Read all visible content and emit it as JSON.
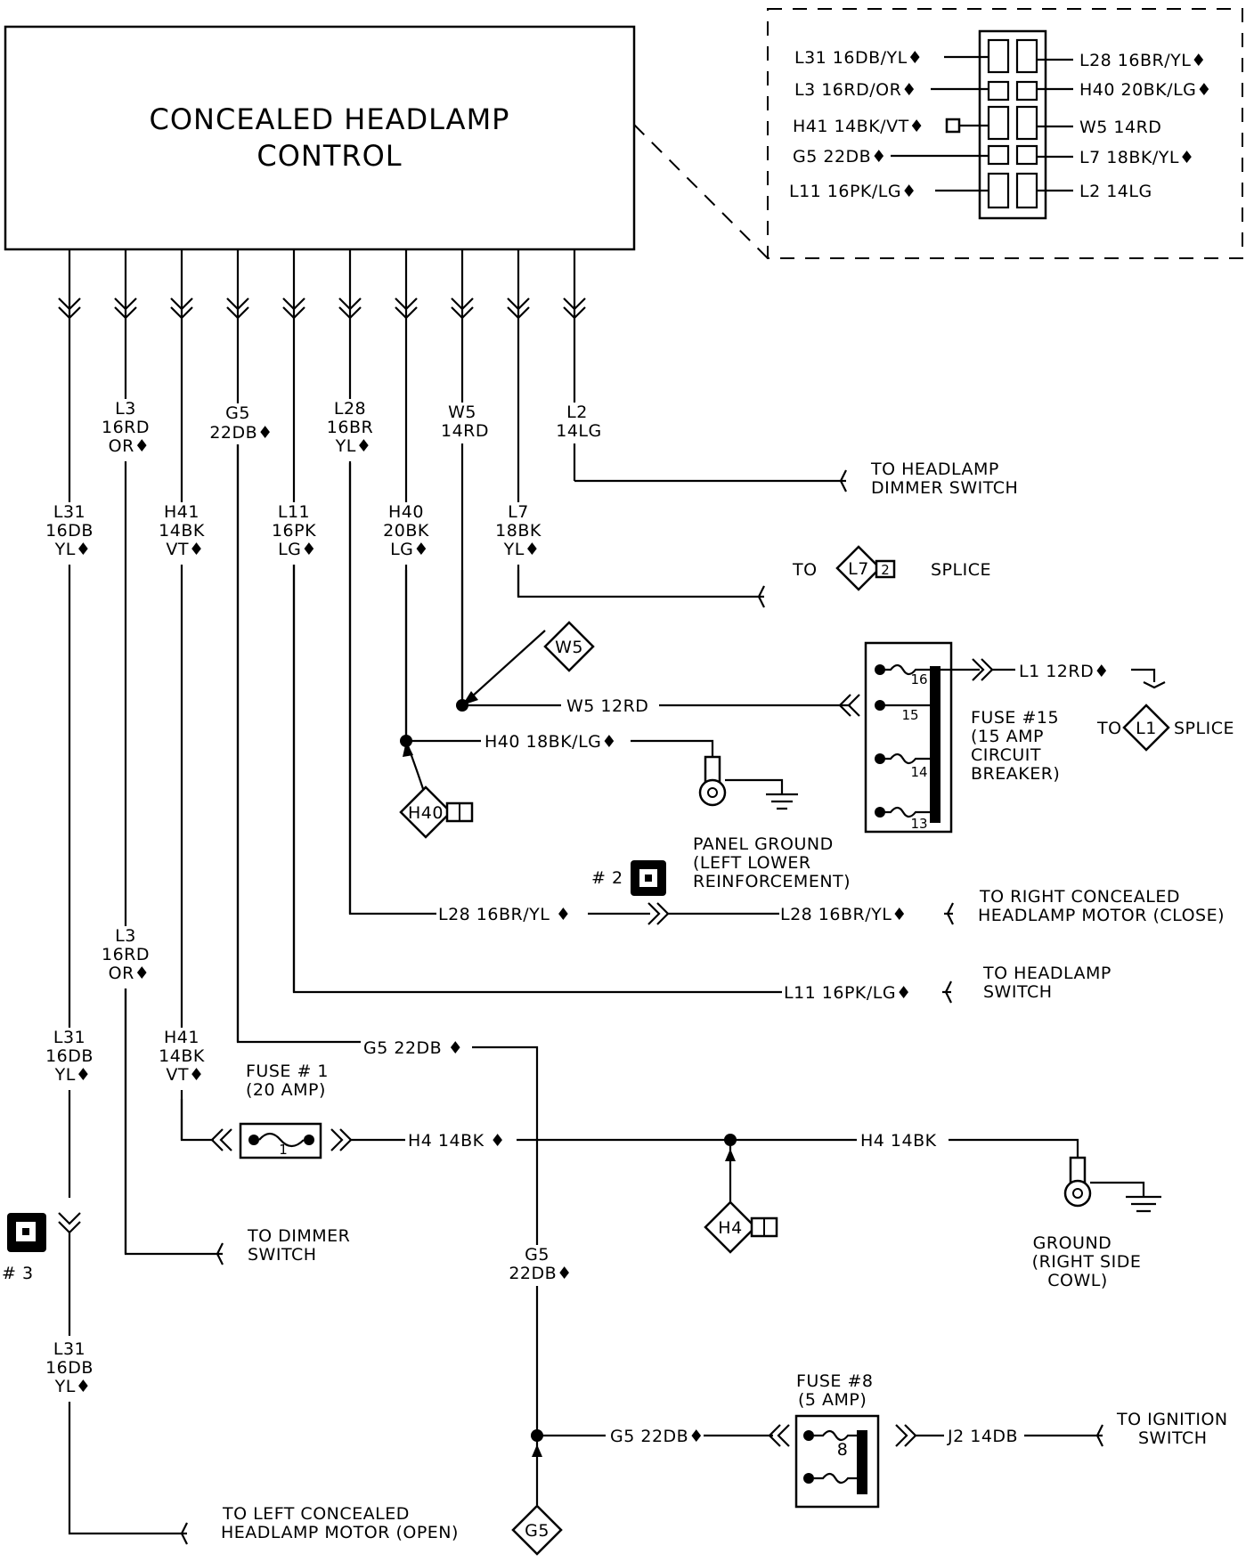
{
  "module": {
    "title_line1": "CONCEALED HEADLAMP",
    "title_line2": "CONTROL"
  },
  "connector": {
    "left": [
      "L31 16DB/YL♦",
      "L3 16RD/OR♦",
      "H41 14BK/VT♦",
      "G5 22DB♦",
      "L11 16PK/LG♦"
    ],
    "right": [
      "L28 16BR/YL♦",
      "H40 20BK/LG♦",
      "W5 14RD",
      "L7 18BK/YL♦",
      "L2 14LG"
    ]
  },
  "wires": {
    "l3": [
      "L3",
      "16RD",
      "OR♦"
    ],
    "g5": [
      "G5",
      "22DB♦"
    ],
    "l28": [
      "L28",
      "16BR",
      "YL♦"
    ],
    "w5": [
      "W5",
      "14RD"
    ],
    "l2": [
      "L2",
      "14LG"
    ],
    "l31": [
      "L31",
      "16DB",
      "YL♦"
    ],
    "h41": [
      "H41",
      "14BK",
      "VT♦"
    ],
    "l11": [
      "L11",
      "16PK",
      "LG♦"
    ],
    "h40": [
      "H40",
      "20BK",
      "LG♦"
    ],
    "l7": [
      "L7",
      "18BK",
      "YL♦"
    ],
    "l3b": [
      "L3",
      "16RD",
      "OR♦"
    ],
    "l31b": [
      "L31",
      "16DB",
      "YL♦"
    ],
    "h41b": [
      "H41",
      "14BK",
      "VT♦"
    ],
    "g5b": [
      "G5",
      "22DB♦"
    ],
    "l31c": [
      "L31",
      "16DB",
      "YL♦"
    ]
  },
  "labels": {
    "to_dimmer_switch": [
      "TO HEADLAMP",
      "DIMMER SWITCH"
    ],
    "to_splice_l7_to": "TO",
    "to_splice_l7_word": "SPLICE",
    "w5_12rd": "W5 12RD",
    "l1_12rd": "L1 12RD♦",
    "fuse15": [
      "FUSE #15",
      "(15 AMP",
      "CIRCUIT",
      "BREAKER)"
    ],
    "to_l1_to": "TO",
    "to_l1_word": "SPLICE",
    "h40_18bk": "H40 18BK/LG♦",
    "panel_ground": [
      "PANEL GROUND",
      "(LEFT LOWER",
      "REINFORCEMENT)"
    ],
    "ref2": "# 2",
    "l28_left": "L28 16BR/YL ♦",
    "l28_right": "L28 16BR/YL♦",
    "to_right_motor": [
      "TO RIGHT CONCEALED",
      "HEADLAMP MOTOR (CLOSE)"
    ],
    "l11_run": "L11 16PK/LG♦",
    "to_headlamp_switch": [
      "TO HEADLAMP",
      "SWITCH"
    ],
    "g5_run": "G5 22DB ♦",
    "fuse1": [
      "FUSE # 1",
      "(20 AMP)"
    ],
    "h4_left": "H4 14BK ♦",
    "h4_right": "H4 14BK",
    "ground_rsc": [
      "GROUND",
      "(RIGHT SIDE",
      "COWL)"
    ],
    "ref3": "# 3",
    "to_dimmer_switch2": [
      "TO DIMMER",
      "SWITCH"
    ],
    "g5_fuse8": "G5 22DB♦",
    "fuse8": [
      "FUSE #8",
      "(5 AMP)"
    ],
    "j2": "J2 14DB",
    "to_ignition": [
      "TO IGNITION",
      "SWITCH"
    ],
    "to_left_motor": [
      "TO LEFT CONCEALED",
      "HEADLAMP MOTOR (OPEN)"
    ]
  },
  "splices": {
    "l7": "L7",
    "l7_num": "2",
    "w5": "W5",
    "l1": "L1",
    "h40": "H40",
    "h4": "H4",
    "g5": "G5"
  },
  "fuse_pins": {
    "p16": "16",
    "p15": "15",
    "p14": "14",
    "p13": "13",
    "fuse1_num": "1",
    "fuse8_num": "8"
  }
}
